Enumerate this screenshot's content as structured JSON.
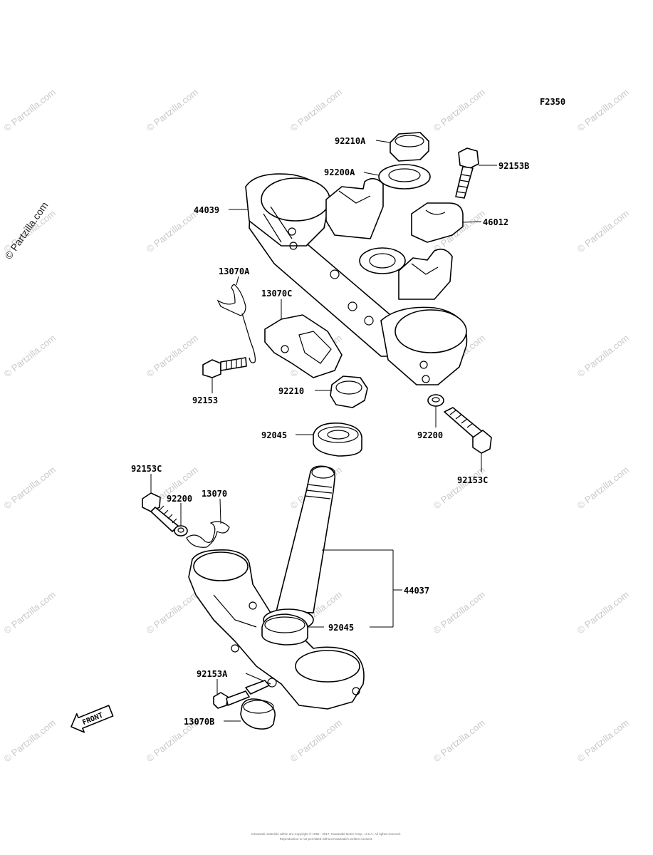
{
  "figure_code": "F2350",
  "watermark_text": "© Partzilla.com",
  "front_marker": "FRONT",
  "copyright_line1": "Kawasaki materials within are Copyright © 1992 - 2017, Kawasaki Motor Corp., U.S.A. All rights reserved.",
  "copyright_line2": "Reproduction is not permitted without Kawasaki's written consent.",
  "parts": [
    {
      "id": "92210A",
      "label": "92210A"
    },
    {
      "id": "92200A",
      "label": "92200A"
    },
    {
      "id": "92153B",
      "label": "92153B"
    },
    {
      "id": "44039",
      "label": "44039"
    },
    {
      "id": "46012",
      "label": "46012"
    },
    {
      "id": "13070A",
      "label": "13070A"
    },
    {
      "id": "13070C",
      "label": "13070C"
    },
    {
      "id": "92153",
      "label": "92153"
    },
    {
      "id": "92210",
      "label": "92210"
    },
    {
      "id": "92045-upper",
      "label": "92045"
    },
    {
      "id": "92200-upper",
      "label": "92200"
    },
    {
      "id": "92153C-right",
      "label": "92153C"
    },
    {
      "id": "92153C-left",
      "label": "92153C"
    },
    {
      "id": "92200-lower",
      "label": "92200"
    },
    {
      "id": "13070",
      "label": "13070"
    },
    {
      "id": "44037",
      "label": "44037"
    },
    {
      "id": "92045-lower",
      "label": "92045"
    },
    {
      "id": "92153A",
      "label": "92153A"
    },
    {
      "id": "13070B",
      "label": "13070B"
    }
  ]
}
